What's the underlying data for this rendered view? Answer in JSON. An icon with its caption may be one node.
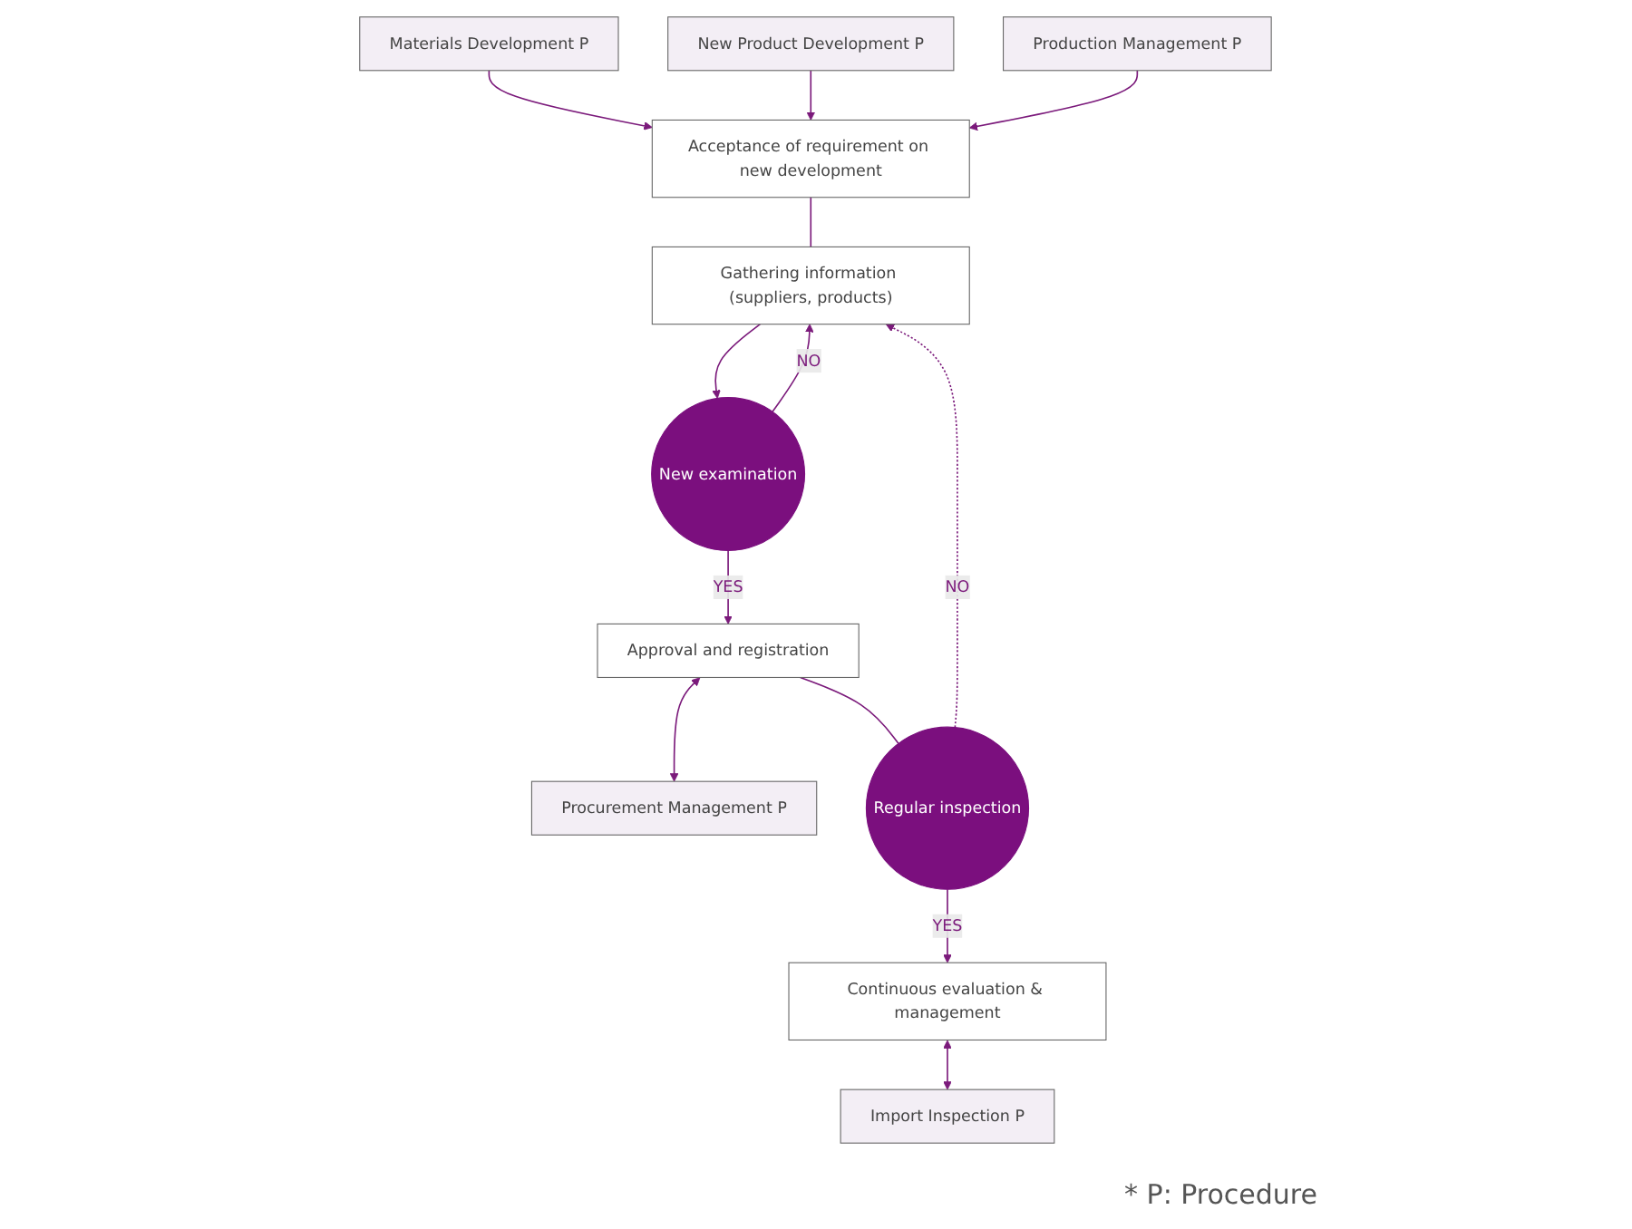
{
  "diagram": {
    "nodes": [
      {
        "text": [
          "Acceptance of requirement on new development"
        ]
      },
      {
        "text": [
          "Materials Development P"
        ]
      },
      {
        "text": [
          "New Product Development P"
        ]
      },
      {
        "text": [
          "Production Management P"
        ]
      },
      {
        "text": [
          "Gathering information (suppliers, products)"
        ]
      },
      {
        "text": [
          "New examination"
        ]
      },
      {
        "text": [
          "Approval and registration"
        ]
      },
      {
        "text": [
          "Procurement Management P"
        ]
      },
      {
        "text": [
          "Regular inspection"
        ]
      },
      {
        "text": [
          "Continuous evaluation & management"
        ]
      },
      {
        "text": [
          "Import Inspection P"
        ]
      }
    ],
    "edges": [
      {
        "from": 1,
        "to": 0,
        "arrow": "to"
      },
      {
        "from": 2,
        "to": 0,
        "arrow": "to"
      },
      {
        "from": 3,
        "to": 0,
        "arrow": "to"
      },
      {
        "from": 0,
        "to": 4,
        "arrow": "none"
      },
      {
        "from": 4,
        "to": 5,
        "arrow": "to"
      },
      {
        "from": 5,
        "to": 4,
        "arrow": "to",
        "label": "NO"
      },
      {
        "from": 5,
        "to": 6,
        "arrow": "to",
        "label": "YES"
      },
      {
        "from": 6,
        "to": 7,
        "arrow": "both"
      },
      {
        "from": 6,
        "to": 8,
        "arrow": "none"
      },
      {
        "from": 8,
        "to": 4,
        "arrow": "to",
        "label": "NO",
        "style": "dashed"
      },
      {
        "from": 8,
        "to": 9,
        "arrow": "to",
        "label": "YES"
      },
      {
        "from": 9,
        "to": 10,
        "arrow": "both"
      }
    ],
    "labels": [
      "* P: Procedure"
    ]
  }
}
